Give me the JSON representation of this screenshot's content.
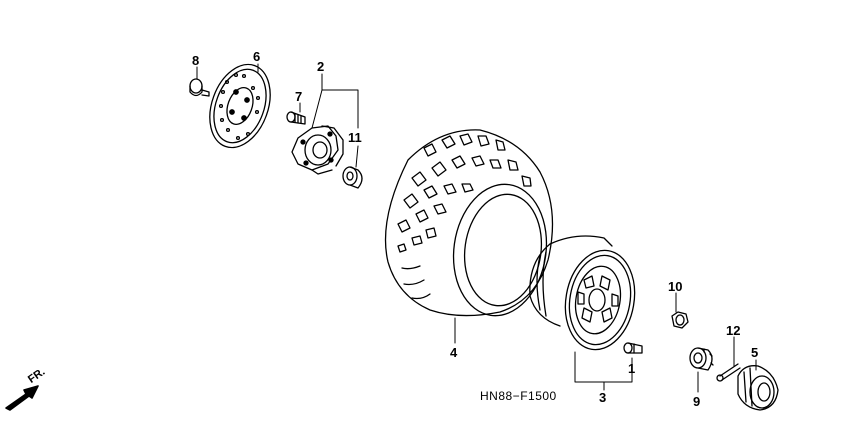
{
  "diagram": {
    "figure_code": "HN88−F1500",
    "direction_marker": "FR.",
    "callouts": [
      {
        "id": "c1",
        "text": "1"
      },
      {
        "id": "c2",
        "text": "2"
      },
      {
        "id": "c3",
        "text": "3"
      },
      {
        "id": "c4",
        "text": "4"
      },
      {
        "id": "c5",
        "text": "5"
      },
      {
        "id": "c6",
        "text": "6"
      },
      {
        "id": "c7",
        "text": "7"
      },
      {
        "id": "c8",
        "text": "8"
      },
      {
        "id": "c9",
        "text": "9"
      },
      {
        "id": "c10",
        "text": "10"
      },
      {
        "id": "c11",
        "text": "11"
      },
      {
        "id": "c12",
        "text": "12"
      }
    ]
  }
}
